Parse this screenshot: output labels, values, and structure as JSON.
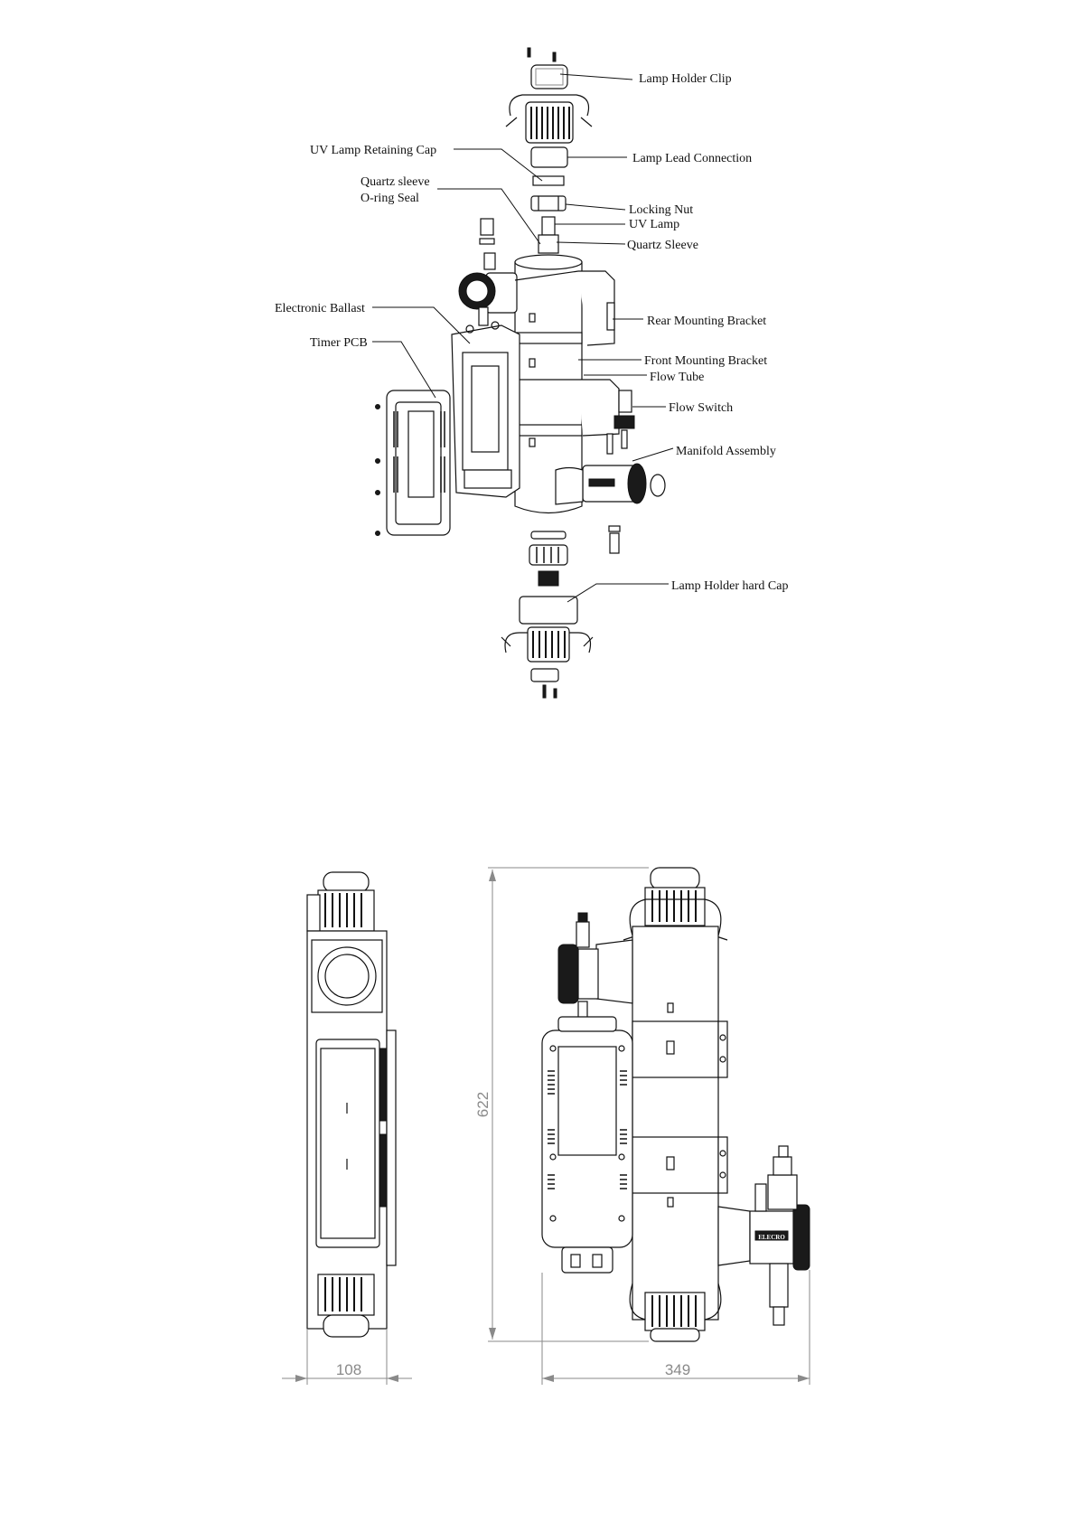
{
  "exploded_view": {
    "callouts": [
      {
        "id": "lamp-holder-clip",
        "label": "Lamp Holder Clip"
      },
      {
        "id": "lamp-lead-connection",
        "label": "Lamp Lead Connection"
      },
      {
        "id": "uv-lamp-retaining-cap",
        "label": "UV Lamp Retaining Cap"
      },
      {
        "id": "quartz-sleeve-lower",
        "label": "Quartz sleeve"
      },
      {
        "id": "o-ring-seal",
        "label": "O-ring Seal"
      },
      {
        "id": "locking-nut",
        "label": "Locking Nut"
      },
      {
        "id": "uv-lamp",
        "label": "UV Lamp"
      },
      {
        "id": "quartz-sleeve",
        "label": "Quartz Sleeve"
      },
      {
        "id": "electronic-ballast",
        "label": "Electronic Ballast"
      },
      {
        "id": "timer-pcb",
        "label": "Timer PCB"
      },
      {
        "id": "rear-mounting-bracket",
        "label": "Rear Mounting Bracket"
      },
      {
        "id": "front-mounting-bracket",
        "label": "Front Mounting Bracket"
      },
      {
        "id": "flow-tube",
        "label": "Flow Tube"
      },
      {
        "id": "flow-switch",
        "label": "Flow Switch"
      },
      {
        "id": "manifold-assembly",
        "label": "Manifold Assembly"
      },
      {
        "id": "lamp-holder-hard-cap",
        "label": "Lamp Holder hard Cap"
      }
    ]
  },
  "dimension_views": {
    "height": "622",
    "side_width": "108",
    "front_width": "349",
    "brand_mark": "ELECRO"
  }
}
